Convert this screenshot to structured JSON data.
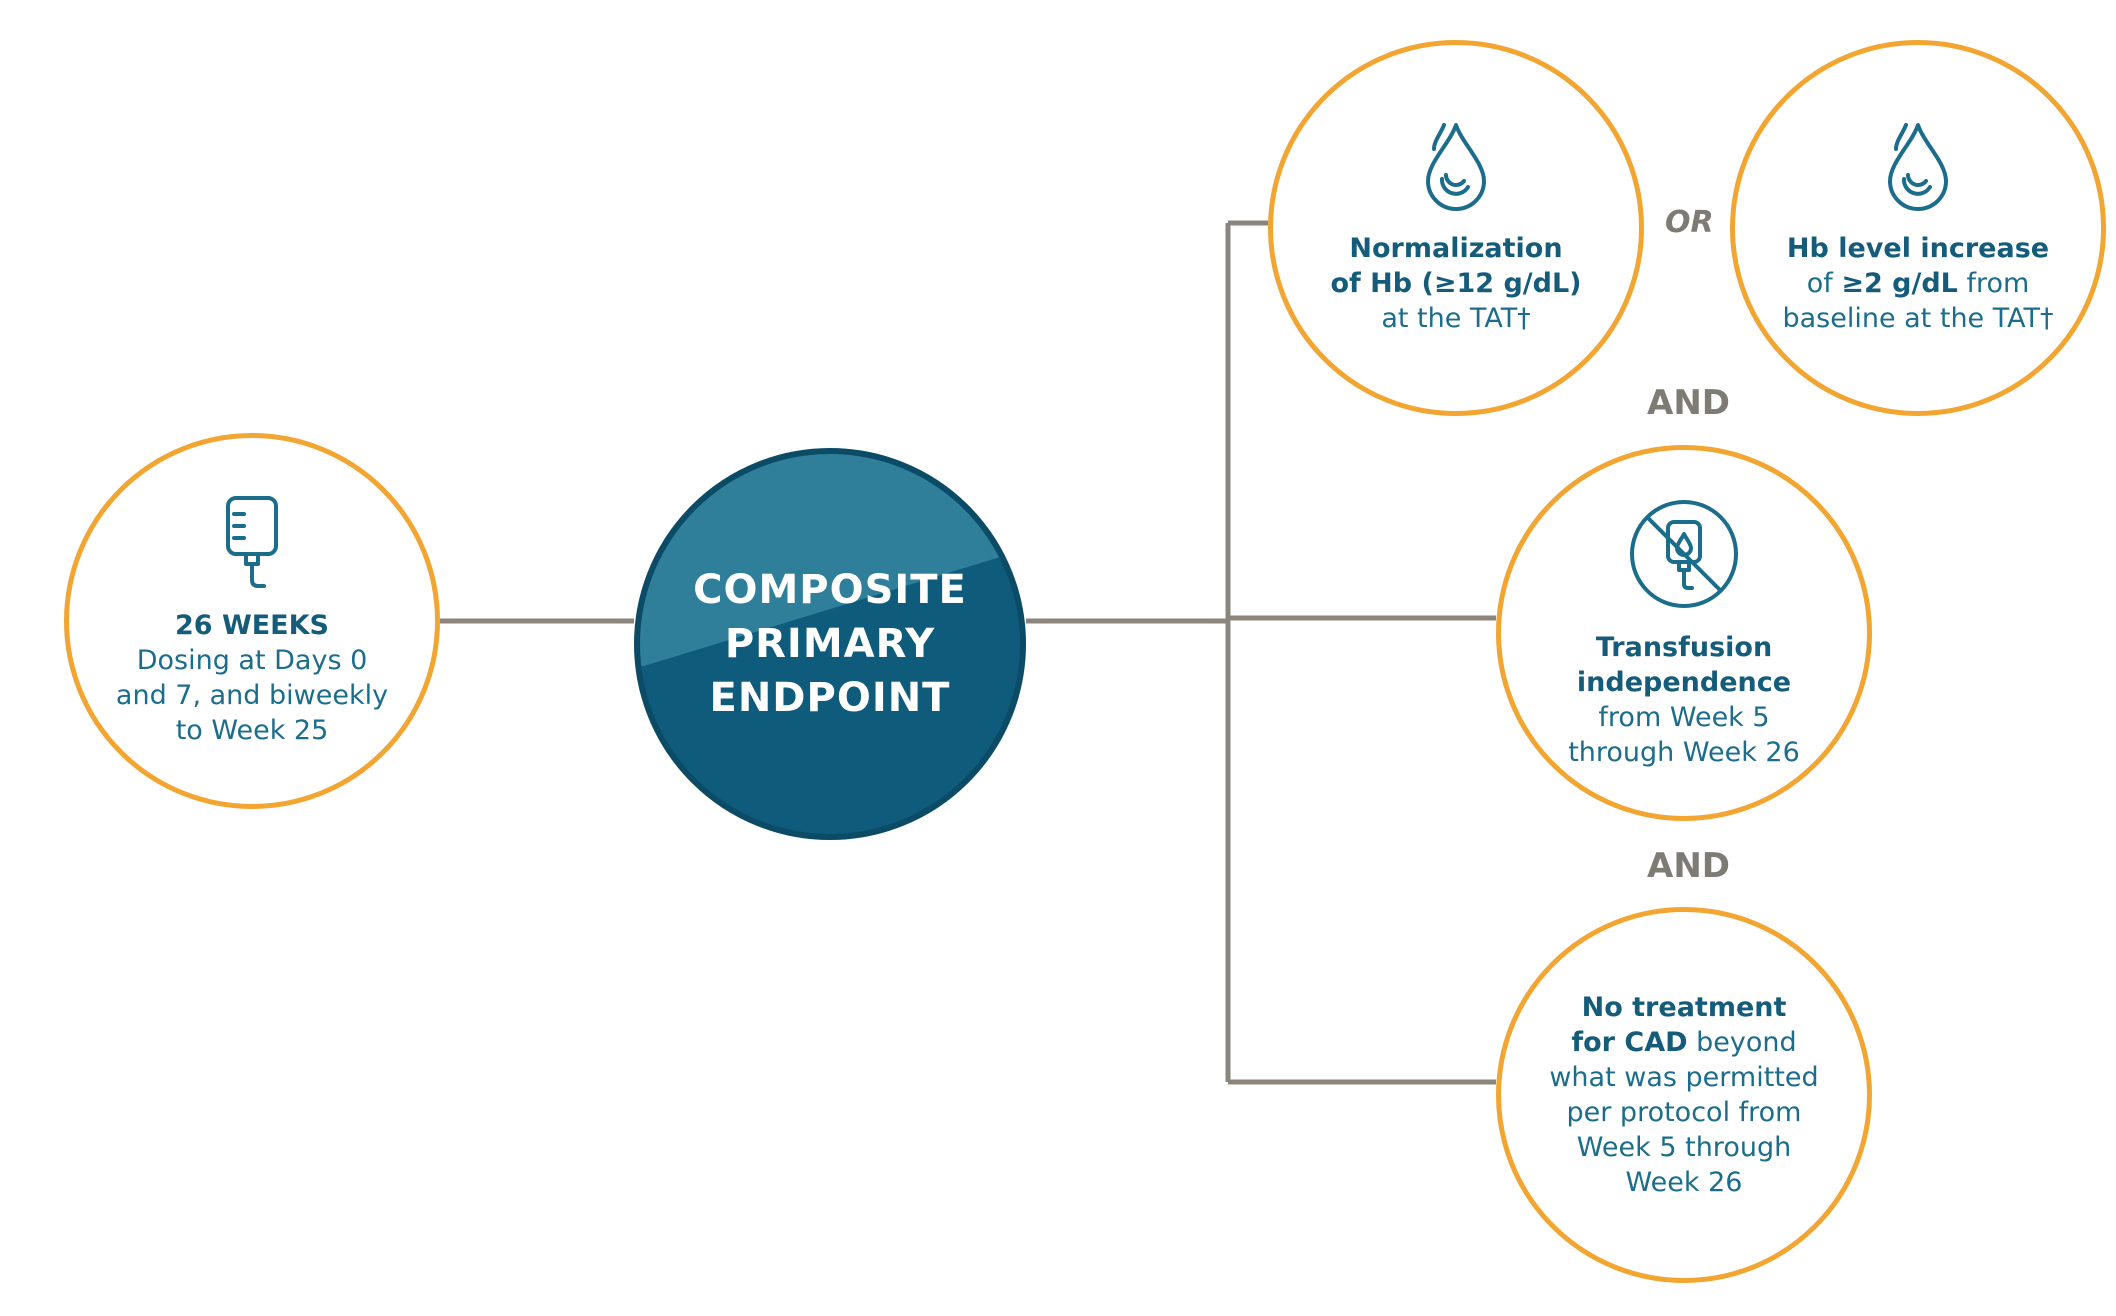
{
  "weeks_node": {
    "icon": "iv-bag-icon",
    "title": "26 WEEKS",
    "line1": "Dosing at Days 0",
    "line2": "and 7, and biweekly",
    "line3": "to Week 25"
  },
  "center_node": {
    "line1": "COMPOSITE",
    "line2": "PRIMARY",
    "line3": "ENDPOINT"
  },
  "hb_normalization": {
    "icon": "blood-drop-icon",
    "bold1": "Normalization",
    "bold2": "of Hb (≥12 g/dL)",
    "line3": "at the TAT†"
  },
  "hb_increase": {
    "icon": "blood-drop-icon",
    "bold1": "Hb level increase",
    "pre2": "of ",
    "bold2": "≥2 g/dL",
    "post2": " from",
    "line3": "baseline at the TAT†"
  },
  "transfusion": {
    "icon": "no-transfusion-icon",
    "bold1": "Transfusion",
    "bold2": "independence",
    "line3": "from Week 5",
    "line4": "through Week 26"
  },
  "no_treatment": {
    "bold1": "No treatment",
    "bold2": "for CAD",
    "post2": " beyond",
    "line3": "what was permitted",
    "line4": "per protocol from",
    "line5": "Week 5 through",
    "line6": "Week 26"
  },
  "conjunctions": {
    "or": "OR",
    "and1": "AND",
    "and2": "AND"
  },
  "colors": {
    "circle_border": "#F2A531",
    "text_teal": "#1C6D8C",
    "center_fill": "#0E5B7B",
    "connector": "#8C857D"
  }
}
